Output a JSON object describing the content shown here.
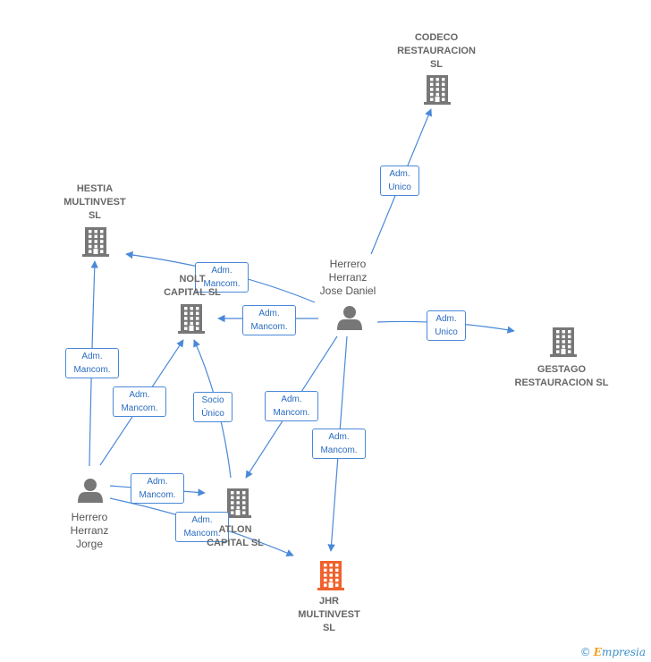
{
  "colors": {
    "edge": "#4a89d8",
    "company": "#777777",
    "main_company": "#f0622d",
    "person": "#777777"
  },
  "companies": [
    {
      "id": "codeco",
      "label": "CODECO\nRESTAURACION\nSL"
    },
    {
      "id": "hestia",
      "label": "HESTIA\nMULTINVEST\nSL"
    },
    {
      "id": "nolt",
      "label": "NOLT\nCAPITAL SL"
    },
    {
      "id": "gestago",
      "label": "GESTAGO\nRESTAURACION SL"
    },
    {
      "id": "atlon",
      "label": "ATLON\nCAPITAL SL"
    },
    {
      "id": "jhr",
      "label": "JHR\nMULTINVEST\nSL",
      "main": true
    }
  ],
  "persons": [
    {
      "id": "jose",
      "label": "Herrero\nHerranz\nJose Daniel"
    },
    {
      "id": "jorge",
      "label": "Herrero\nHerranz\nJorge"
    }
  ],
  "edges": [
    {
      "from": "jose",
      "to": "codeco",
      "label": "Adm.\nUnico"
    },
    {
      "from": "jose",
      "to": "hestia",
      "label": "Adm.\nMancom."
    },
    {
      "from": "jose",
      "to": "nolt",
      "label": "Adm.\nMancom."
    },
    {
      "from": "jose",
      "to": "gestago",
      "label": "Adm.\nUnico"
    },
    {
      "from": "jose",
      "to": "atlon",
      "label": "Adm.\nMancom."
    },
    {
      "from": "jose",
      "to": "jhr",
      "label": "Adm.\nMancom."
    },
    {
      "from": "jorge",
      "to": "hestia",
      "label": "Adm.\nMancom."
    },
    {
      "from": "jorge",
      "to": "nolt",
      "label": "Adm.\nMancom."
    },
    {
      "from": "atlon",
      "to": "nolt",
      "label": "Socio\nÚnico"
    },
    {
      "from": "jorge",
      "to": "atlon",
      "label": "Adm.\nMancom."
    },
    {
      "from": "jorge",
      "to": "jhr",
      "label": "Adm.\nMancom."
    }
  ],
  "footer": {
    "copyright": "©",
    "brand_initial": "E",
    "brand_rest": "mpresia"
  }
}
